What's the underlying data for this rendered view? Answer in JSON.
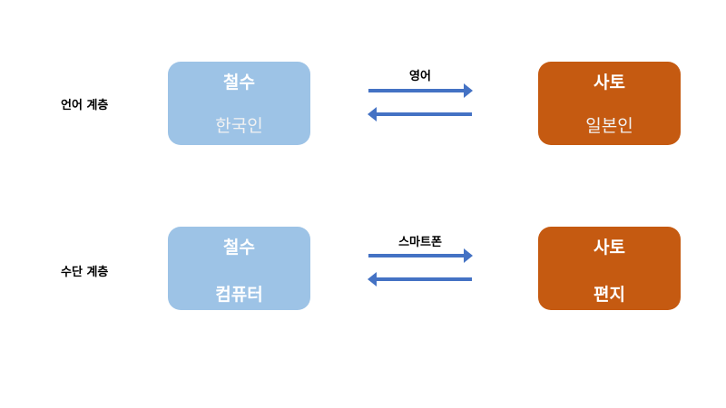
{
  "colors": {
    "left_box": "#9dc3e6",
    "right_box": "#c55a11",
    "arrow": "#4472c4",
    "left_sub_text_layer1": "#f2f2f2"
  },
  "layers": [
    {
      "label": "언어 계층",
      "arrow_label": "영어",
      "left": {
        "name": "철수",
        "sub": "한국인"
      },
      "right": {
        "name": "사토",
        "sub": "일본인"
      }
    },
    {
      "label": "수단 계층",
      "arrow_label": "스마트폰",
      "left": {
        "name": "철수",
        "sub": "컴퓨터"
      },
      "right": {
        "name": "사토",
        "sub": "편지"
      }
    }
  ]
}
